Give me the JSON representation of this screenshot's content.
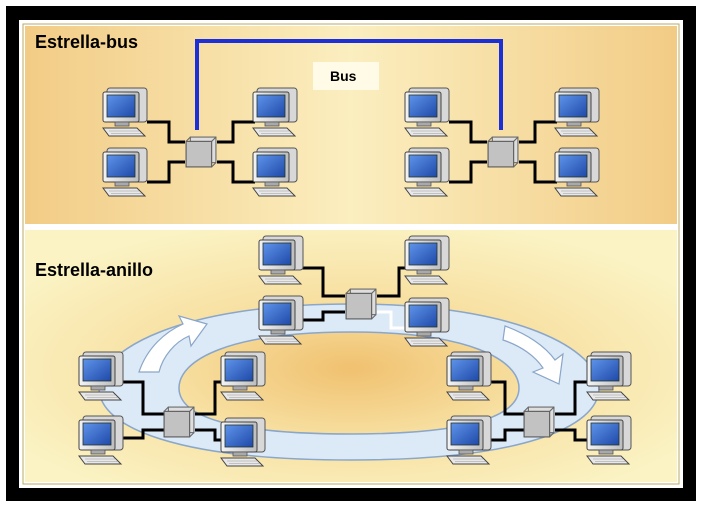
{
  "panels": {
    "star_bus": {
      "title": "Estrella-bus",
      "bus_label": "Bus"
    },
    "star_ring": {
      "title": "Estrella-anillo"
    }
  },
  "colors": {
    "top_panel": "#f7e6a6",
    "top_panel_glow": "#e9b86a",
    "bottom_panel": "#fbf3c4",
    "bus_line": "#1d2fd6",
    "ring_fill": "#dce9f6",
    "ring_stroke": "#8aa6c9",
    "screen": "#2e63c8",
    "hub": "#c7c7c7",
    "cable": "#000000"
  },
  "icons": {
    "computer": "computer-icon",
    "hub": "hub-icon",
    "arrow": "curved-arrow-icon"
  }
}
